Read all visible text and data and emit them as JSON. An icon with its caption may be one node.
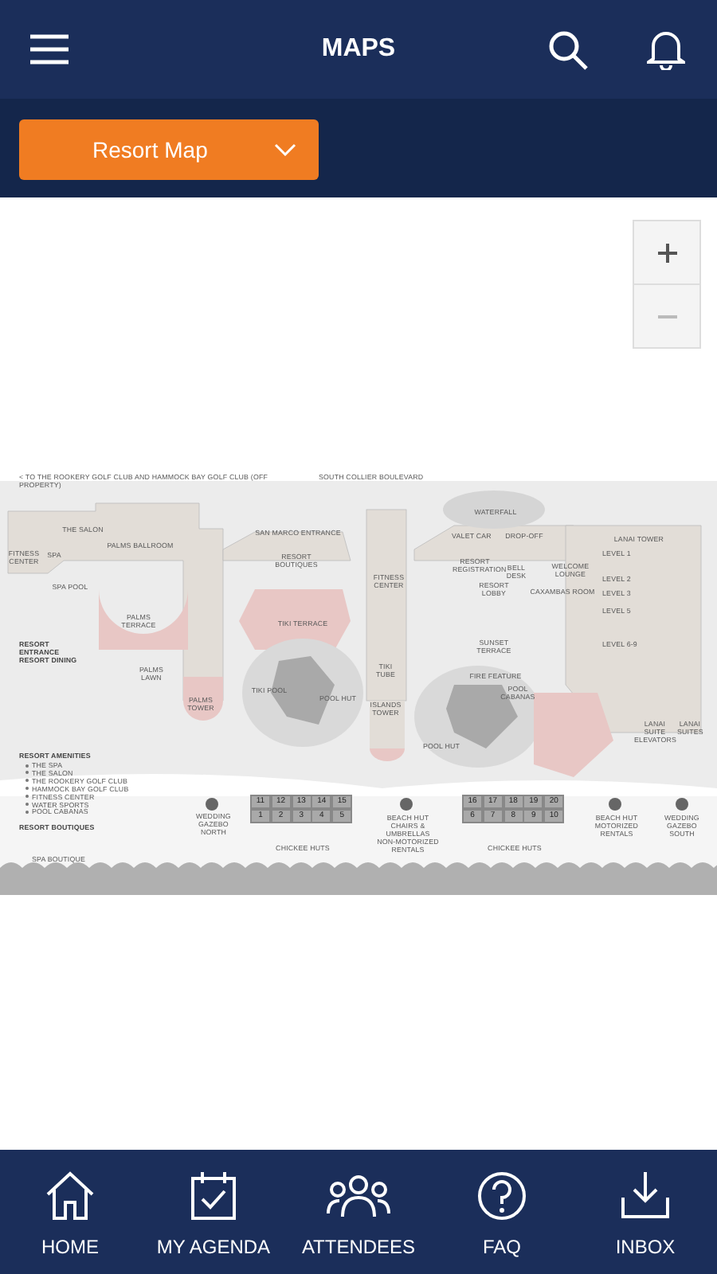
{
  "diagram": {
    "title": "MAPS",
    "labels": [
      "Resort Map",
      "< TO THE ROOKERY GOLF CLUB AND HAMMOCK BAY GOLF CLUB (OFF PROPERTY)",
      "SOUTH COLLIER BOULEVARD",
      "WATERFALL",
      "THE SALON",
      "SAN MARCO ENTRANCE",
      "VALET CAR",
      "DROP-OFF",
      "LANAI TOWER",
      "PALMS BALLROOM",
      "FITNESS CENTER",
      "SPA",
      "RESORT BOUTIQUES",
      "LEVEL 1",
      "RESORT REGISTRATION",
      "BELL DESK",
      "WELCOME LOUNGE",
      "FITNESS CENTER",
      "LEVEL 2",
      "RESORT LOBBY",
      "SPA POOL",
      "CAXAMBAS ROOM",
      "LEVEL 3",
      "LEVEL 5",
      "PALMS TERRACE",
      "TIKI TERRACE",
      "LEVEL 6-9",
      "RESORT ENTRANCE",
      "SUNSET TERRACE",
      "RESORT DINING",
      "PALMS LAWN",
      "TIKI TUBE",
      "FIRE FEATURE",
      "TIKI POOL",
      "POOL CABANAS",
      "POOL HUT",
      "PALMS TOWER",
      "ISLANDS TOWER",
      "LANAI SUITE ELEVATORS",
      "LANAI SUITES",
      "POOL HUT",
      "RESORT AMENITIES",
      "THE SPA",
      "THE SALON",
      "THE ROOKERY GOLF CLUB",
      "HAMMOCK BAY GOLF CLUB",
      "FITNESS CENTER",
      "WATER SPORTS",
      "POOL CABANAS",
      "RESORT BOUTIQUES",
      "SPA BOUTIQUE",
      "WEDDING GAZEBO NORTH",
      "11",
      "12",
      "13",
      "14",
      "15",
      "1",
      "2",
      "3",
      "4",
      "5",
      "CHICKEE HUTS",
      "BEACH HUT CHAIRS & UMBRELLAS NON-MOTORIZED RENTALS",
      "16",
      "17",
      "18",
      "19",
      "20",
      "6",
      "7",
      "8",
      "9",
      "10",
      "CHICKEE HUTS",
      "BEACH HUT MOTORIZED RENTALS",
      "WEDDING GAZEBO SOUTH",
      "HOME",
      "MY AGENDA",
      "ATTENDEES",
      "FAQ",
      "INBOX"
    ]
  }
}
